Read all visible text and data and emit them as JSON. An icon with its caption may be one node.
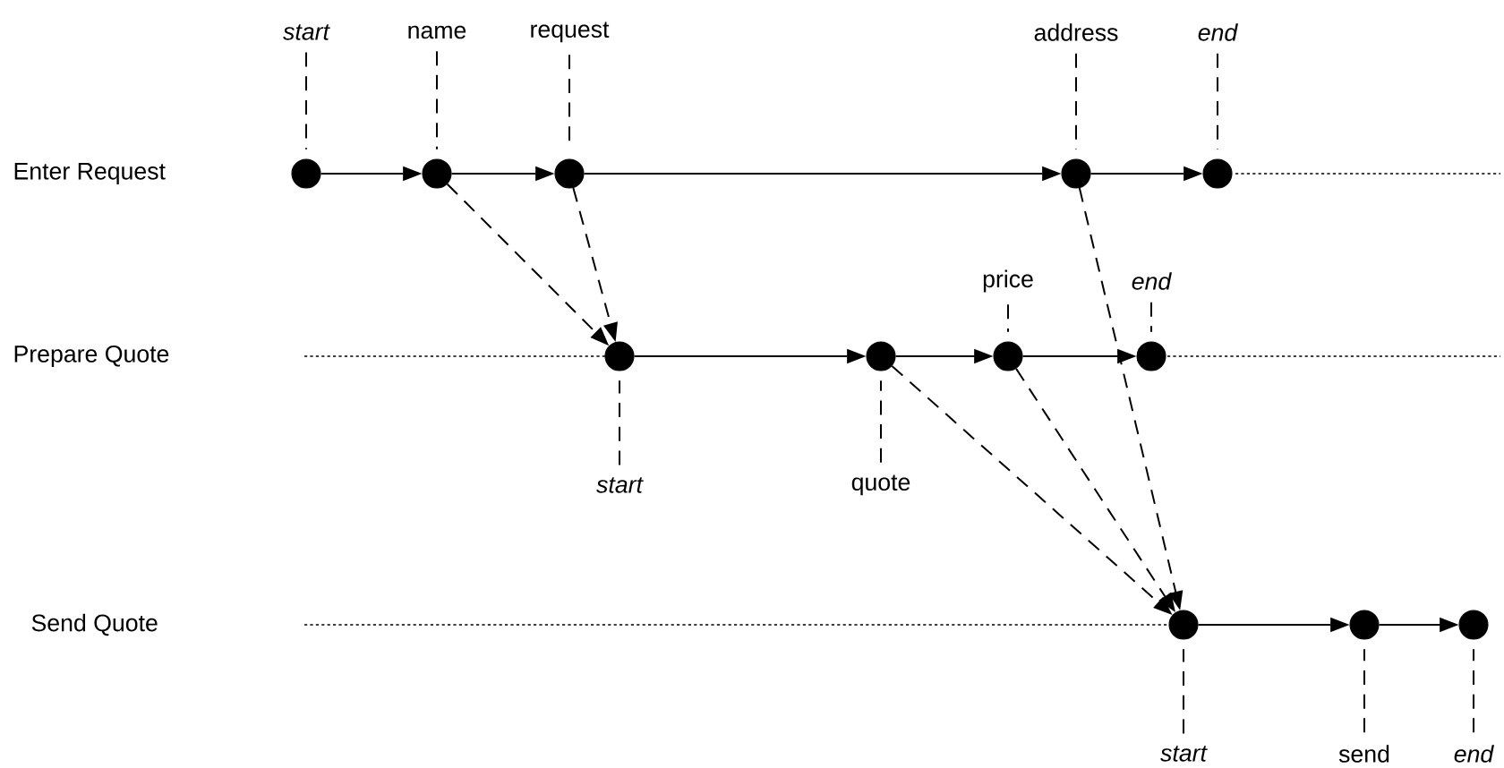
{
  "diagram": {
    "nodes": [
      {
        "text": [
          "start"
        ]
      },
      {
        "text": [
          "name"
        ]
      },
      {
        "text": [
          "request"
        ]
      },
      {
        "text": [
          "address"
        ]
      },
      {
        "text": [
          "end"
        ]
      },
      {
        "text": [],
        "shape": "circle"
      },
      {
        "text": [],
        "shape": "circle"
      },
      {
        "text": [],
        "shape": "circle"
      },
      {
        "text": [],
        "shape": "circle"
      },
      {
        "text": [],
        "shape": "circle"
      },
      {
        "text": [
          "price"
        ]
      },
      {
        "text": [
          "end"
        ]
      },
      {
        "text": [],
        "shape": "circle"
      },
      {
        "text": [],
        "shape": "circle"
      },
      {
        "text": [],
        "shape": "circle"
      },
      {
        "text": [],
        "shape": "circle"
      },
      {
        "text": [
          "start"
        ]
      },
      {
        "text": [
          "quote"
        ]
      },
      {
        "text": [],
        "shape": "circle"
      },
      {
        "text": [],
        "shape": "circle"
      },
      {
        "text": [],
        "shape": "circle"
      },
      {
        "text": [
          "start"
        ]
      },
      {
        "text": [
          "send"
        ]
      },
      {
        "text": [
          "end"
        ]
      }
    ],
    "edges": [
      {
        "from": 0,
        "to": 5,
        "arrow": "none",
        "style": "dashed"
      },
      {
        "from": 1,
        "to": 6,
        "arrow": "none",
        "style": "dashed"
      },
      {
        "from": 2,
        "to": 7,
        "arrow": "none",
        "style": "dashed"
      },
      {
        "from": 3,
        "to": 8,
        "arrow": "none",
        "style": "dashed"
      },
      {
        "from": 4,
        "to": 9,
        "arrow": "none",
        "style": "dashed"
      },
      {
        "from": 10,
        "to": 14,
        "arrow": "none",
        "style": "dashed"
      },
      {
        "from": 11,
        "to": 15,
        "arrow": "none",
        "style": "dashed"
      },
      {
        "from": 16,
        "to": 12,
        "arrow": "none",
        "style": "dashed"
      },
      {
        "from": 17,
        "to": 13,
        "arrow": "none",
        "style": "dashed"
      },
      {
        "from": 21,
        "to": 18,
        "arrow": "none",
        "style": "dashed"
      },
      {
        "from": 22,
        "to": 19,
        "arrow": "none",
        "style": "dashed"
      },
      {
        "from": 23,
        "to": 20,
        "arrow": "none",
        "style": "dashed"
      },
      {
        "from": 5,
        "to": 6,
        "arrow": "to"
      },
      {
        "from": 6,
        "to": 7,
        "arrow": "to"
      },
      {
        "from": 7,
        "to": 8,
        "arrow": "to"
      },
      {
        "from": 8,
        "to": 9,
        "arrow": "to"
      },
      {
        "from": 12,
        "to": 13,
        "arrow": "to"
      },
      {
        "from": 13,
        "to": 14,
        "arrow": "to"
      },
      {
        "from": 14,
        "to": 15,
        "arrow": "to"
      },
      {
        "from": 18,
        "to": 19,
        "arrow": "to"
      },
      {
        "from": 19,
        "to": 20,
        "arrow": "to"
      },
      {
        "from": 6,
        "to": 12,
        "arrow": "to",
        "style": "dashed"
      },
      {
        "from": 7,
        "to": 12,
        "arrow": "to",
        "style": "dashed"
      },
      {
        "from": 8,
        "to": 18,
        "arrow": "to",
        "style": "dashed"
      },
      {
        "from": 13,
        "to": 18,
        "arrow": "to",
        "style": "dashed"
      },
      {
        "from": 14,
        "to": 18,
        "arrow": "to",
        "style": "dashed"
      }
    ],
    "labels": [
      "Enter Request",
      "Prepare Quote",
      "Send Quote"
    ]
  }
}
